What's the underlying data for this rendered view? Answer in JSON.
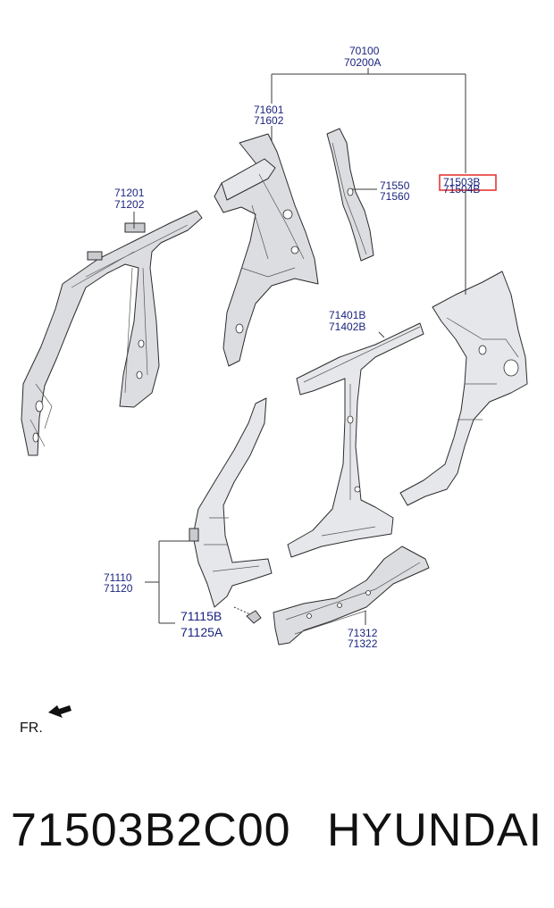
{
  "labels": {
    "top_main": "70100",
    "top_alt": "70200A",
    "roof_rail_front_1": "71601",
    "roof_rail_front_2": "71602",
    "a_pillar_1": "71201",
    "a_pillar_2": "71202",
    "reinf_1": "71550",
    "reinf_2": "71560",
    "quarter_1": "71503B",
    "quarter_2": "71504B",
    "center_1": "71401B",
    "center_2": "71402B",
    "front_pillar_1": "71110",
    "front_pillar_2": "71120",
    "bracket_1": "71115B",
    "bracket_2": "71125A",
    "sill_1": "71312",
    "sill_2": "71322",
    "front_marker": "FR."
  },
  "highlight_color": "#e53935",
  "caption": {
    "part_number": "71503B2C00",
    "brand": "HYUNDAI"
  }
}
